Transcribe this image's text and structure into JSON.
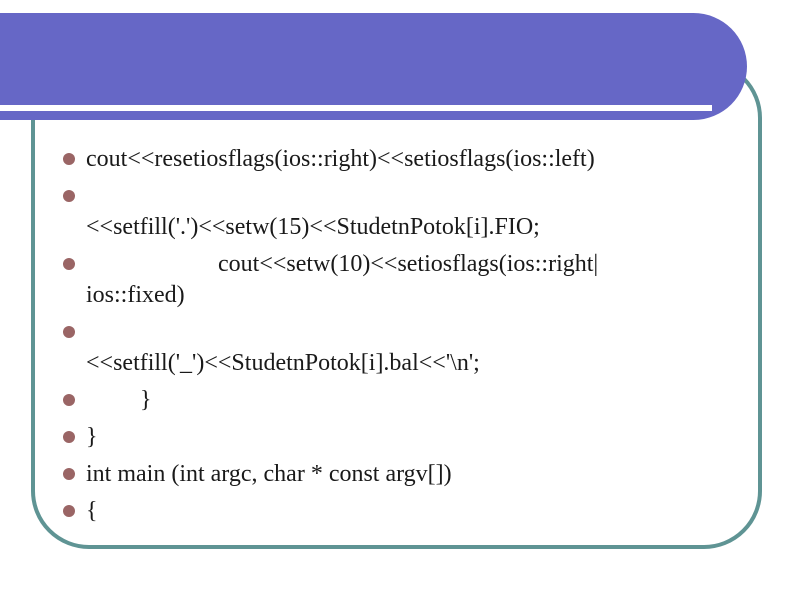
{
  "slide": {
    "bullets": [
      "cout<<resetiosflags(ios::right)<<setiosflags(ios::left)",
      "\n<<setfill('.')<<setw(15)<<StudetnPotok[i].FIO;",
      "                      cout<<setw(10)<<setiosflags(ios::right|\nios::fixed)",
      "\n<<setfill('_')<<StudetnPotok[i].bal<<'\\n';",
      "         }",
      "}",
      "int main (int argc, char * const argv[])",
      "{"
    ]
  },
  "colors": {
    "header_bar": "#6667C6",
    "box_border": "#5F9494",
    "bullet": "#9A6565",
    "text": "#1A1A1A",
    "background": "#FFFFFF"
  }
}
